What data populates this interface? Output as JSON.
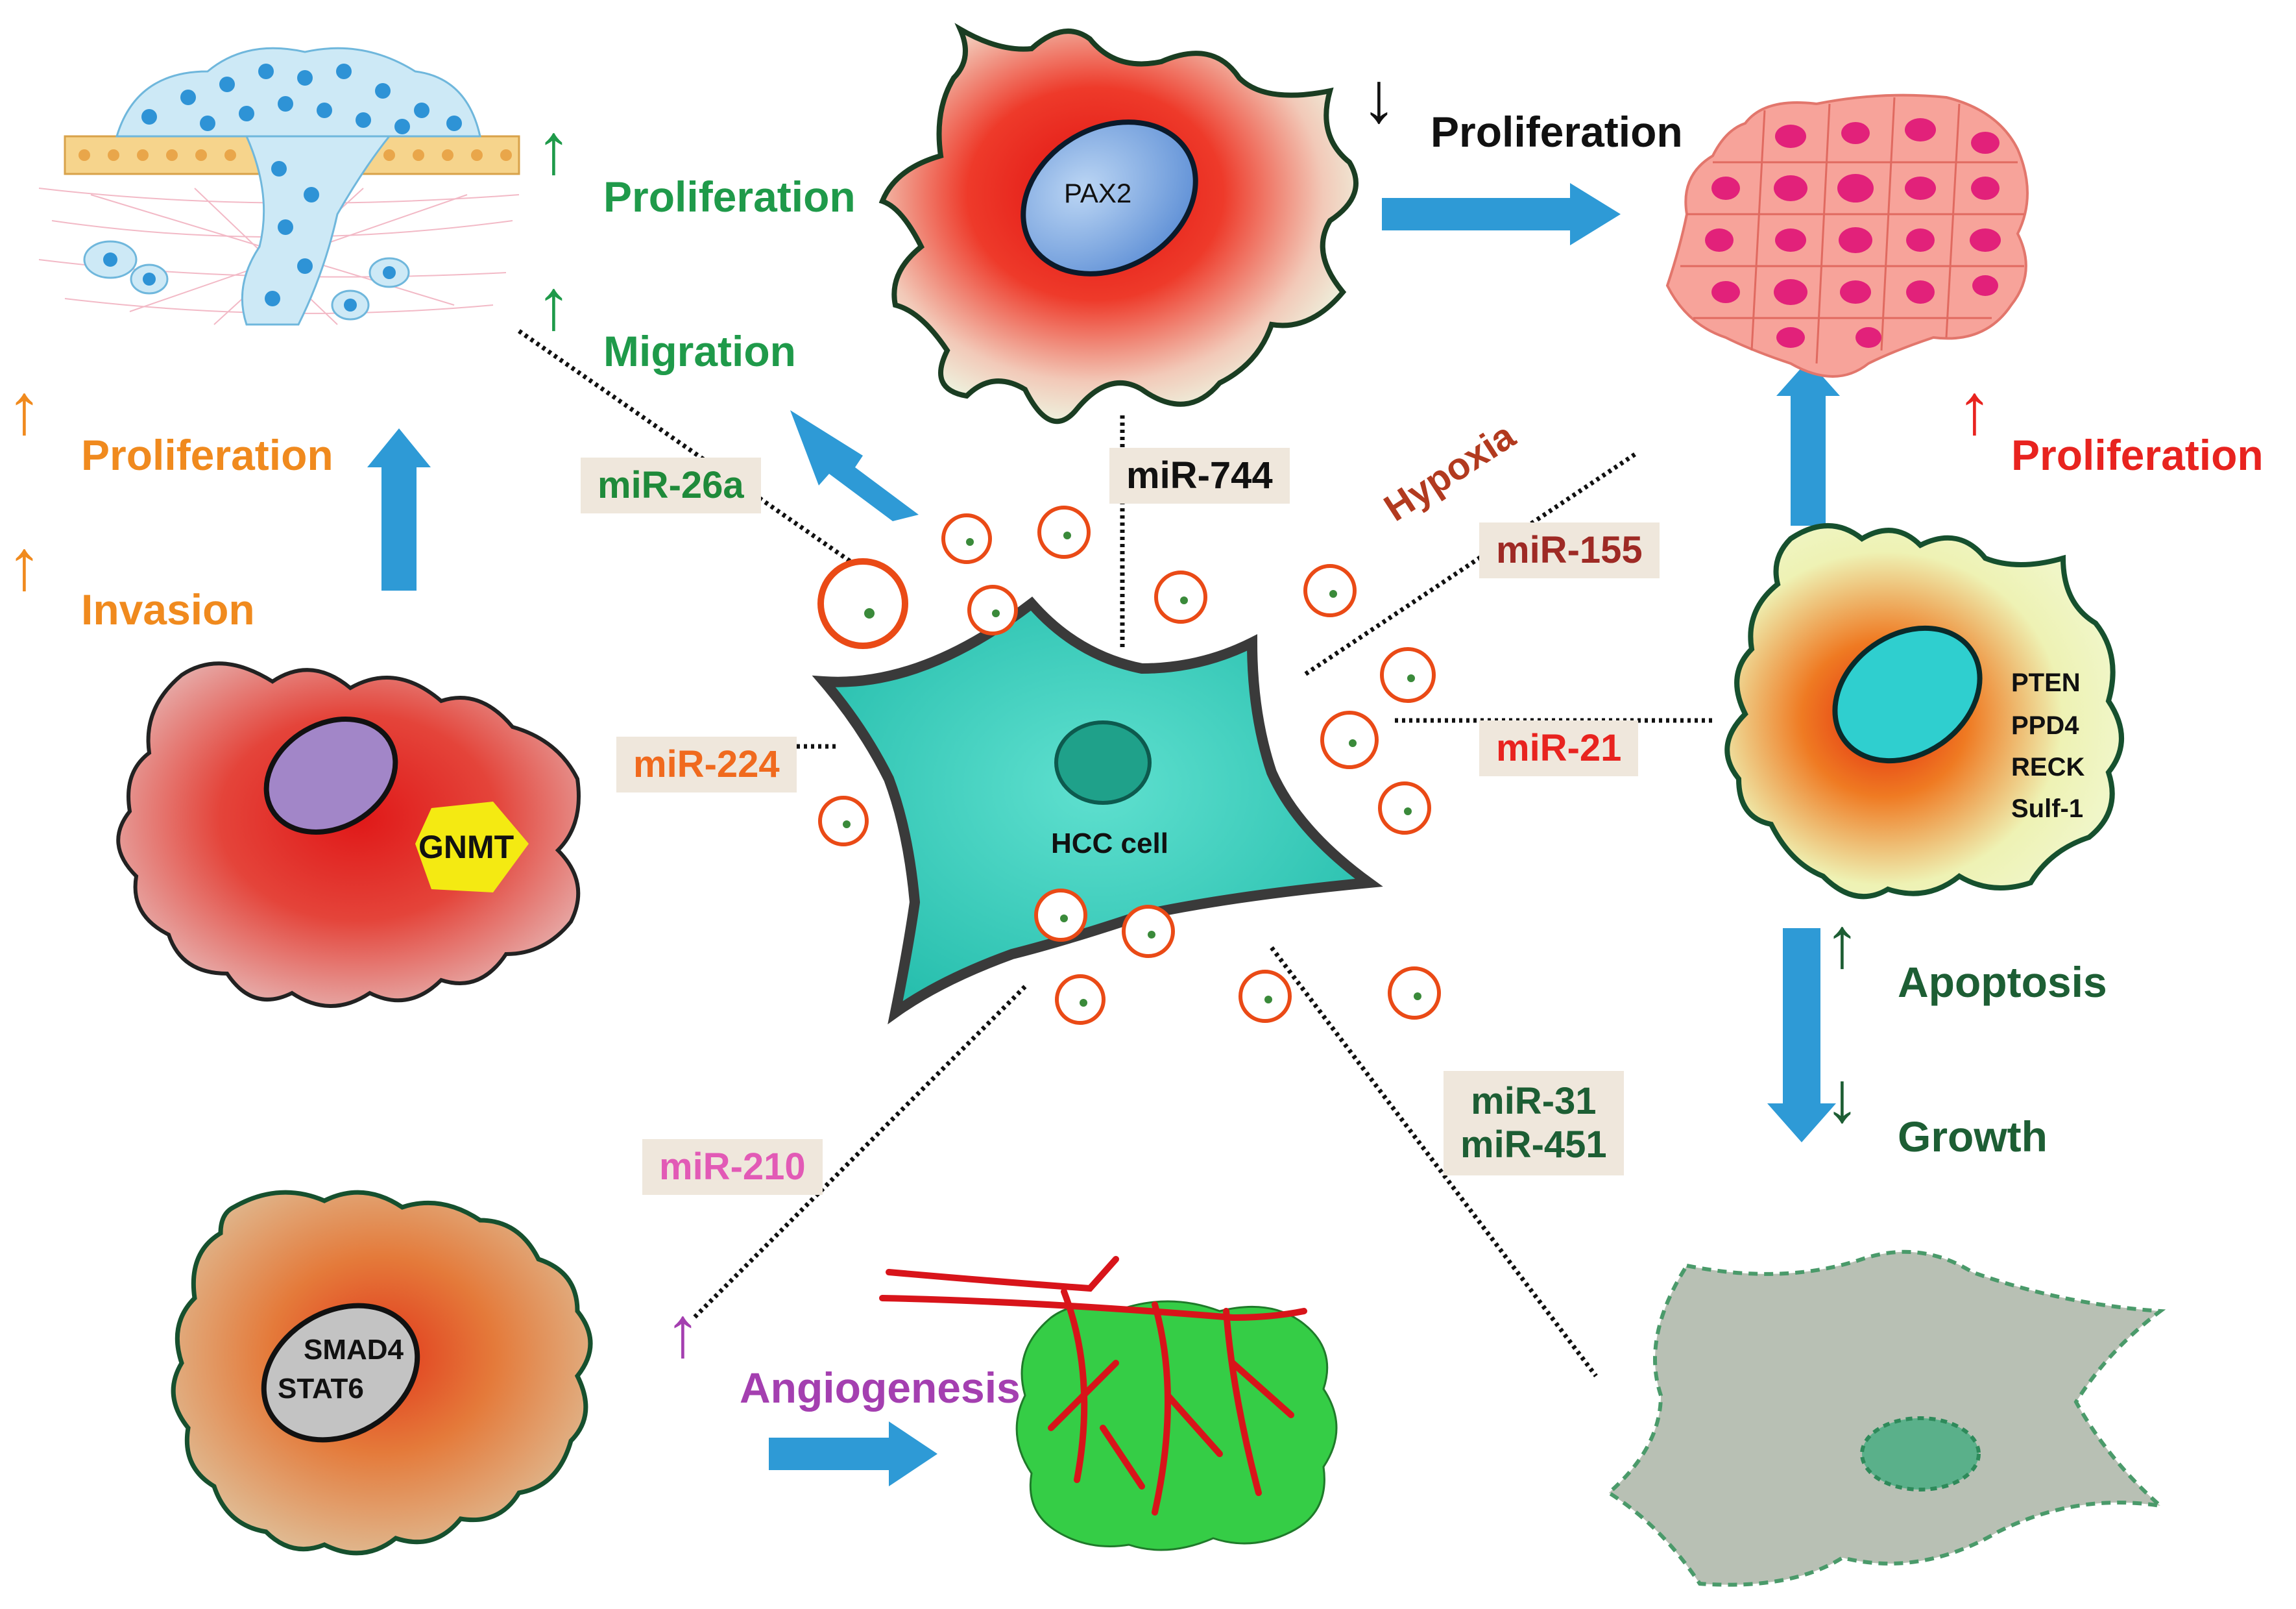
{
  "cells": {
    "hcc": "HCC cell",
    "top": "PAX2",
    "left": "GNMT",
    "bottom_left": [
      "SMAD4",
      "STAT6"
    ],
    "right": [
      "PTEN",
      "PPD4",
      "RECK",
      "Sulf-1"
    ]
  },
  "mirnas": {
    "m26a": "miR-26a",
    "m744": "miR-744",
    "m155": "miR-155",
    "m21": "miR-21",
    "m224": "miR-224",
    "m210": "miR-210",
    "m31": "miR-31",
    "m451": "miR-451"
  },
  "conditions": {
    "hypoxia": "Hypoxia"
  },
  "effects": {
    "top_left_up_1": "Proliferation",
    "top_left_up_2": "Migration",
    "left_up_1": "Proliferation",
    "left_up_2": "Invasion",
    "top_down": "Proliferation",
    "right_up": "Proliferation",
    "right_apoptosis": "Apoptosis",
    "right_growth": "Growth",
    "bottom_angiogenesis": "Angiogenesis"
  },
  "glyphs": {
    "up": "↑",
    "down": "↓"
  },
  "colors": {
    "green": "#1f9a4a",
    "orange": "#f08a1e",
    "red": "#e8231f",
    "dark_green": "#1d5e34",
    "purple": "#a43fb0",
    "pink": "#e25ab6",
    "maroon": "#9e2a25",
    "brown_red": "#b23a1f",
    "arrow_blue": "#2e9ad6",
    "black": "#111111",
    "mir_bg": "#efe7dc"
  }
}
